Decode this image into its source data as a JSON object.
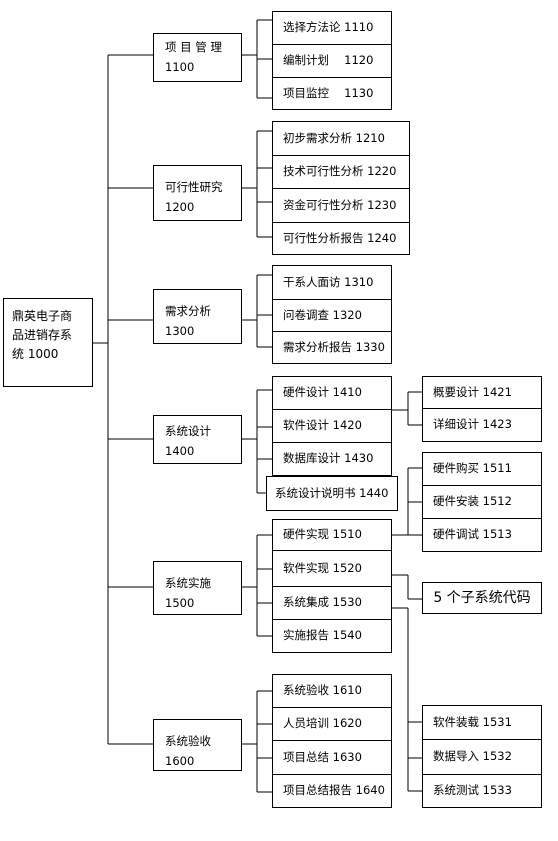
{
  "root": {
    "line1": "鼎英电子商",
    "line2": "品进销存系",
    "line3": "统 1000"
  },
  "groups": [
    {
      "title": "项 目 管 理",
      "code": "1100",
      "items": [
        "选择方法论 1110",
        "编制计划　 1120",
        "项目监控　 1130"
      ]
    },
    {
      "title": "可行性研究",
      "code": "1200",
      "items": [
        "初步需求分析 1210",
        "技术可行性分析 1220",
        "资金可行性分析 1230",
        "可行性分析报告 1240"
      ]
    },
    {
      "title": "需求分析",
      "code": "1300",
      "items": [
        "干系人面访 1310",
        "问卷调查 1320",
        "需求分析报告 1330"
      ]
    },
    {
      "title": "系统设计",
      "code": "1400",
      "items": [
        "硬件设计 1410",
        "软件设计 1420",
        "数据库设计 1430",
        "系统设计说明书 1440"
      ]
    },
    {
      "title": "系统实施",
      "code": "1500",
      "items": [
        "硬件实现 1510",
        "软件实现 1520",
        "系统集成 1530",
        "实施报告 1540"
      ]
    },
    {
      "title": "系统验收",
      "code": "1600",
      "items": [
        "系统验收 1610",
        "人员培训 1620",
        "项目总结 1630",
        "项目总结报告 1640"
      ]
    }
  ],
  "software_design_sub": [
    "概要设计 1421",
    "详细设计 1423"
  ],
  "hardware_impl_sub": [
    "硬件购买 1511",
    "硬件安装 1512",
    "硬件调试 1513"
  ],
  "software_impl_sub": "5 个子系统代码",
  "integration_sub": [
    "软件装载 1531",
    "数据导入 1532",
    "系统测试 1533"
  ]
}
